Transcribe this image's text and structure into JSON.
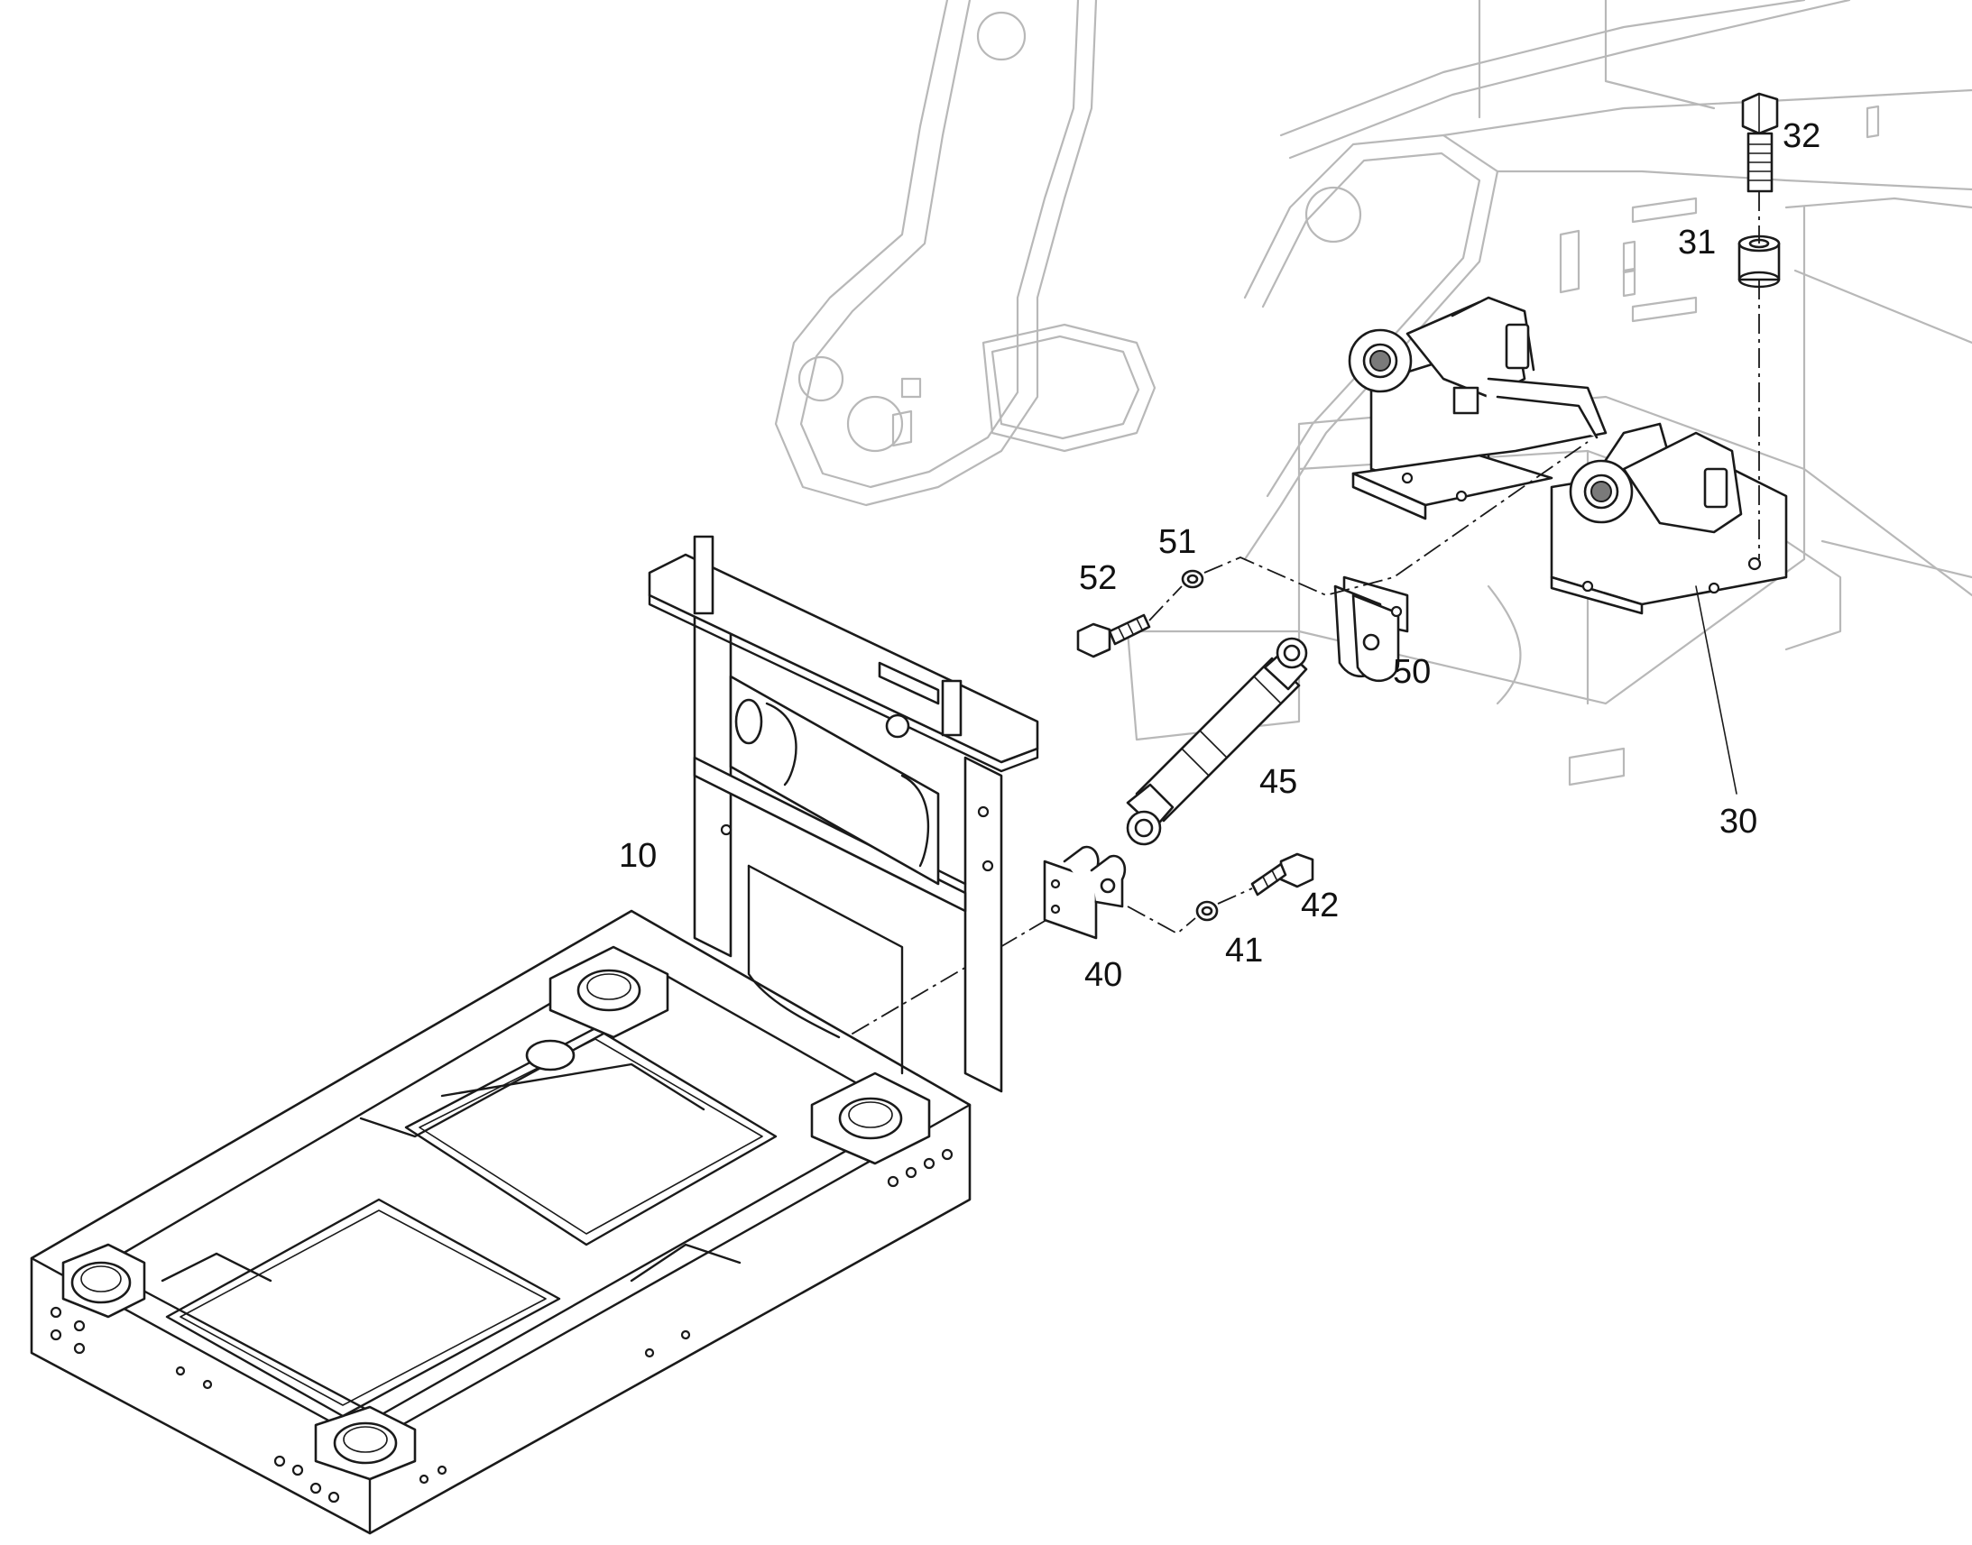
{
  "callouts": [
    {
      "id": "10",
      "text": "10"
    },
    {
      "id": "30",
      "text": "30"
    },
    {
      "id": "31",
      "text": "31"
    },
    {
      "id": "32",
      "text": "32"
    },
    {
      "id": "40",
      "text": "40"
    },
    {
      "id": "41",
      "text": "41"
    },
    {
      "id": "42",
      "text": "42"
    },
    {
      "id": "45",
      "text": "45"
    },
    {
      "id": "50",
      "text": "50"
    },
    {
      "id": "51",
      "text": "51"
    },
    {
      "id": "52",
      "text": "52"
    }
  ],
  "colors": {
    "linework": "#1a1a1a",
    "background_context": "#b8b8b8",
    "background": "#ffffff"
  }
}
